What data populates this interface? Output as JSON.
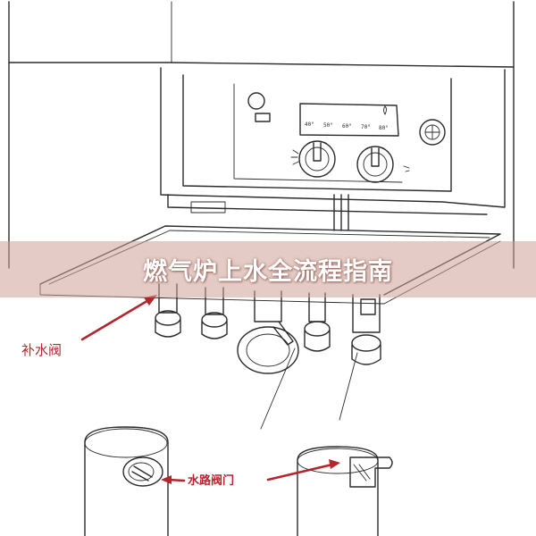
{
  "title": "燃气炉上水全流程指南",
  "labels": {
    "refill_valve": "补水阀",
    "water_valve": "水路阀门"
  },
  "panel": {
    "temperature_scale": [
      "40°",
      "50°",
      "60°",
      "70°",
      "80°"
    ]
  },
  "colors": {
    "annotation": "#b3262d",
    "banner": "#cda096",
    "line_art": "#2b2b2b"
  }
}
